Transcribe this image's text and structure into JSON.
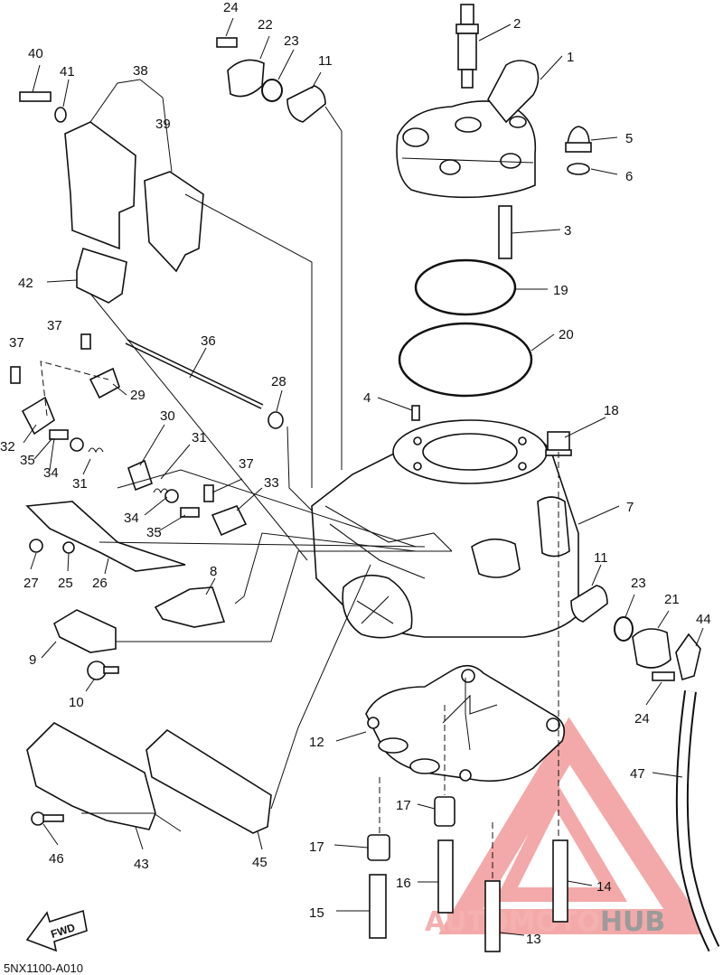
{
  "diagram_code": "5NX1100-A010",
  "fwd_label": "FWD",
  "watermark": {
    "part1": "AUTO",
    "part2": "MOTO",
    "part3": "HUB",
    "color_light": "#f4a3a3",
    "color_dark": "#8a8a8a"
  },
  "callouts": [
    "1",
    "2",
    "3",
    "4",
    "5",
    "6",
    "7",
    "8",
    "9",
    "10",
    "11",
    "11",
    "12",
    "13",
    "14",
    "15",
    "16",
    "17",
    "17",
    "18",
    "19",
    "20",
    "21",
    "22",
    "23",
    "23",
    "24",
    "24",
    "25",
    "26",
    "27",
    "28",
    "29",
    "30",
    "31",
    "31",
    "32",
    "33",
    "34",
    "34",
    "35",
    "35",
    "36",
    "37",
    "37",
    "37",
    "38",
    "39",
    "40",
    "41",
    "42",
    "43",
    "44",
    "45",
    "46",
    "47"
  ]
}
